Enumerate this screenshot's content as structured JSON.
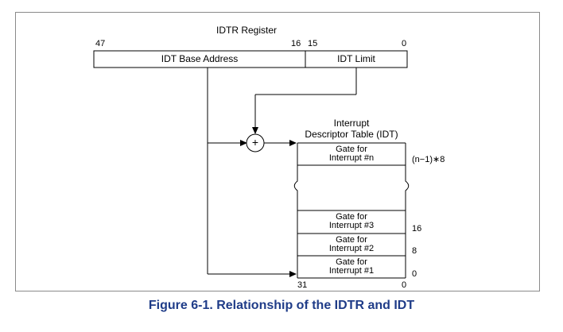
{
  "register": {
    "title": "IDTR Register",
    "bit_47": "47",
    "bit_16": "16",
    "bit_15": "15",
    "bit_0": "0",
    "base_label": "IDT Base Address",
    "limit_label": "IDT Limit"
  },
  "adder": {
    "symbol": "+"
  },
  "idt": {
    "title_line1": "Interrupt",
    "title_line2": "Descriptor Table (IDT)",
    "rows": [
      {
        "line1": "Gate for",
        "line2": "Interrupt #n",
        "offset": "(n−1)∗8"
      },
      {
        "line1": "Gate for",
        "line2": "Interrupt #3",
        "offset": "16"
      },
      {
        "line1": "Gate for",
        "line2": "Interrupt #2",
        "offset": "8"
      },
      {
        "line1": "Gate for",
        "line2": "Interrupt #1",
        "offset": "0"
      }
    ],
    "bit_31": "31",
    "bit_0": "0"
  },
  "caption": "Figure 6-1.  Relationship of the IDTR and IDT",
  "colors": {
    "caption": "#1f3c88",
    "frame": "#8a8a8a",
    "lines": "#000000"
  }
}
